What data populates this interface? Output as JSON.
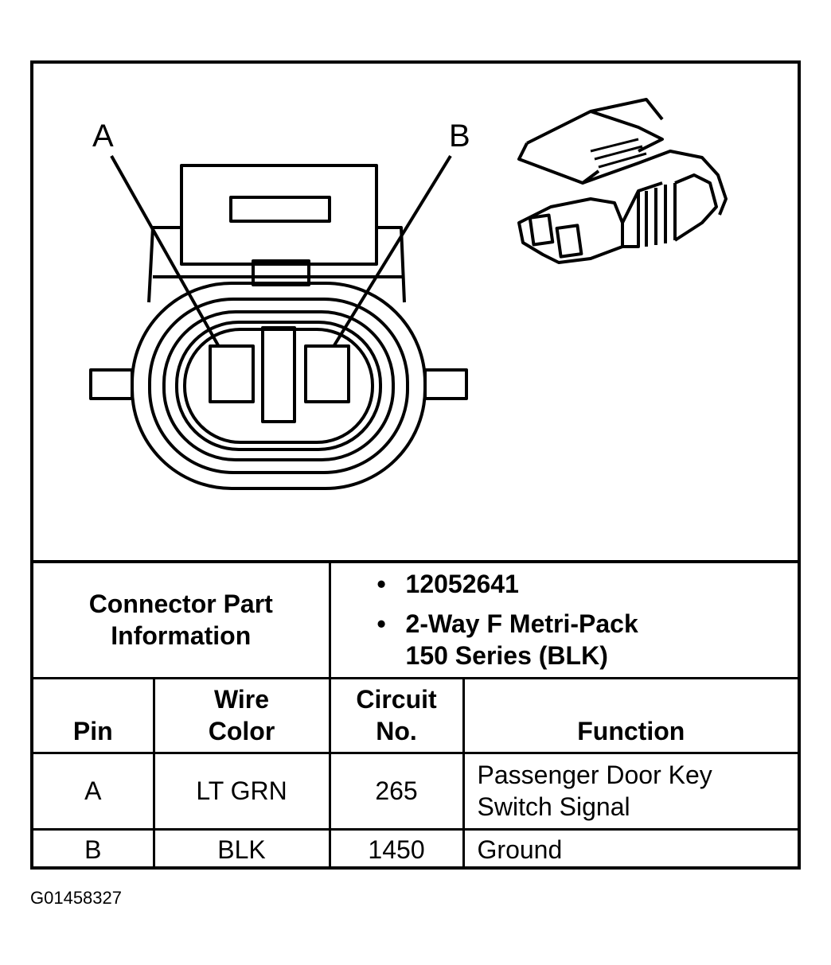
{
  "figure": {
    "pin_labels": [
      "A",
      "B"
    ]
  },
  "connector_info": {
    "label_line1": "Connector Part",
    "label_line2": "Information",
    "part_number": "12052641",
    "description_line1": "2-Way F Metri-Pack",
    "description_line2": "150 Series (BLK)"
  },
  "pin_table": {
    "headers": {
      "pin": "Pin",
      "wire_color_line1": "Wire",
      "wire_color_line2": "Color",
      "circuit_line1": "Circuit",
      "circuit_line2": "No.",
      "function": "Function"
    },
    "rows": [
      {
        "pin": "A",
        "wire_color": "LT GRN",
        "circuit": "265",
        "function_line1": "Passenger Door Key",
        "function_line2": "Switch Signal"
      },
      {
        "pin": "B",
        "wire_color": "BLK",
        "circuit": "1450",
        "function_line1": "Ground",
        "function_line2": ""
      }
    ]
  },
  "figure_id": "G01458327"
}
